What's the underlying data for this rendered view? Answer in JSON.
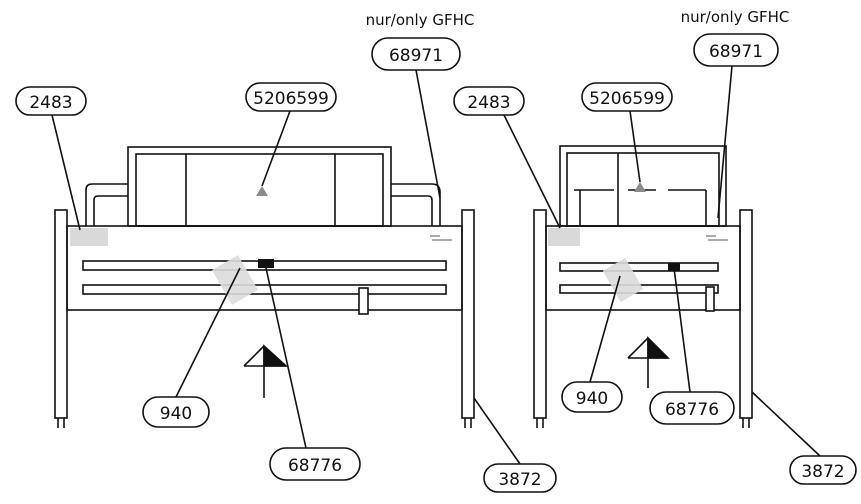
{
  "callouts": {
    "left": {
      "n2483": "2483",
      "n5206599": "5206599",
      "n68971": "68971",
      "n940": "940",
      "n68776": "68776",
      "n3872": "3872",
      "note": "nur/only GFHC"
    },
    "right": {
      "n2483": "2483",
      "n5206599": "5206599",
      "n68971": "68971",
      "n940": "940",
      "n68776": "68776",
      "n3872": "3872",
      "note": "nur/only GFHC"
    }
  },
  "colors": {
    "line": "#111111",
    "grey_mark": "#8a8a8a",
    "light_grey": "#cfcfcf"
  }
}
